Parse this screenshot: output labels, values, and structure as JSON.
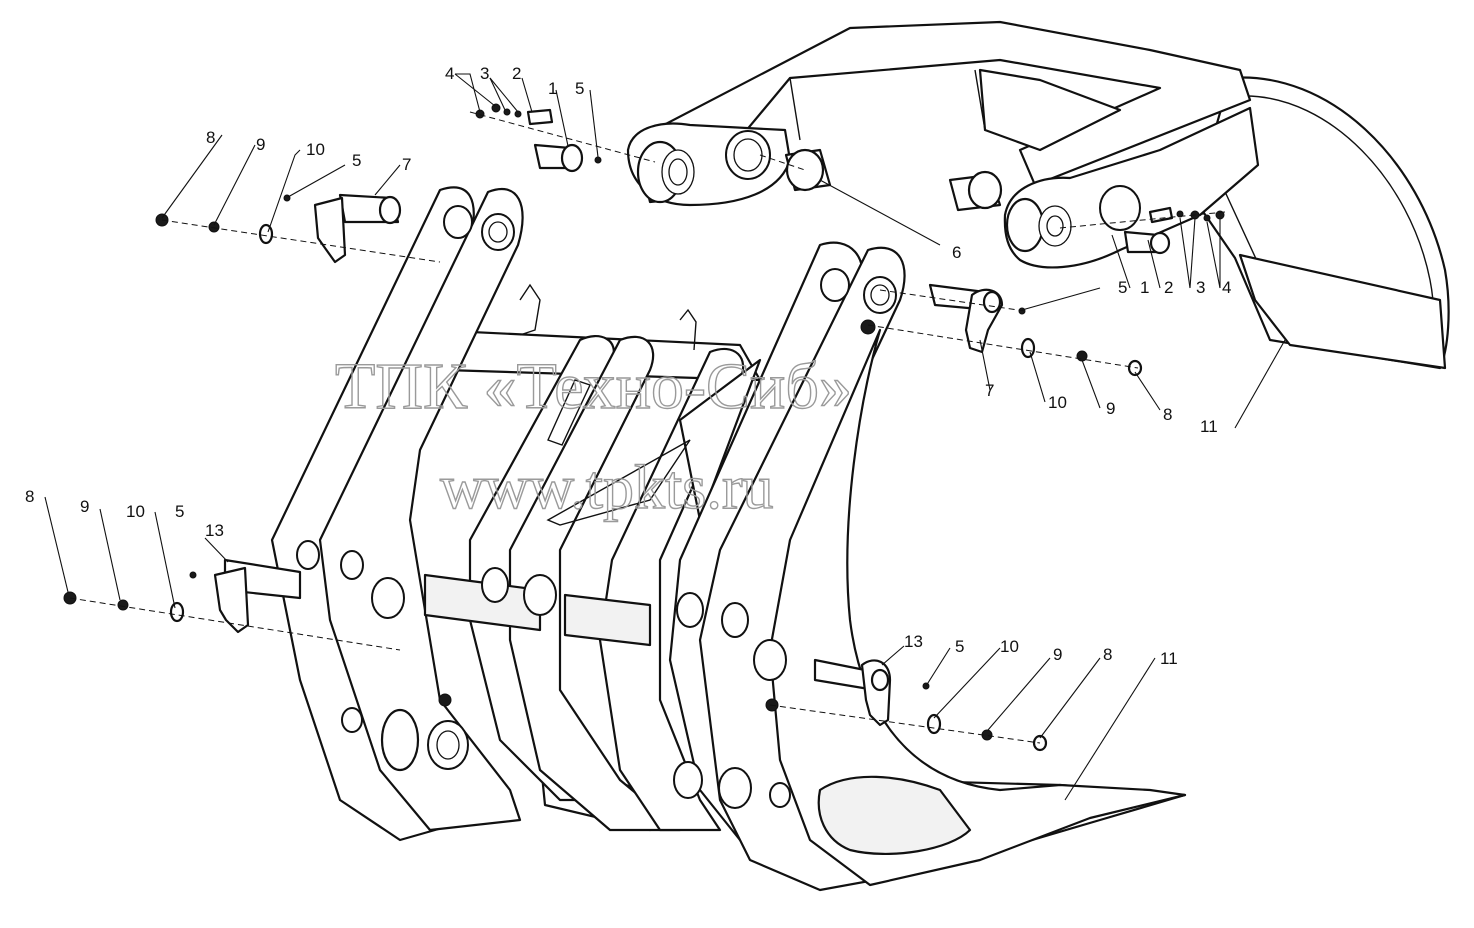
{
  "watermark": {
    "line1": "ТПК «Техно-Сиб»",
    "line2": "www.tpkts.ru"
  },
  "callouts": [
    "1",
    "2",
    "3",
    "4",
    "5",
    "6",
    "7",
    "8",
    "9",
    "10",
    "11",
    "13"
  ],
  "colors": {
    "ink": "#111111",
    "paper": "#ffffff",
    "watermark": "#9a9a9a"
  }
}
